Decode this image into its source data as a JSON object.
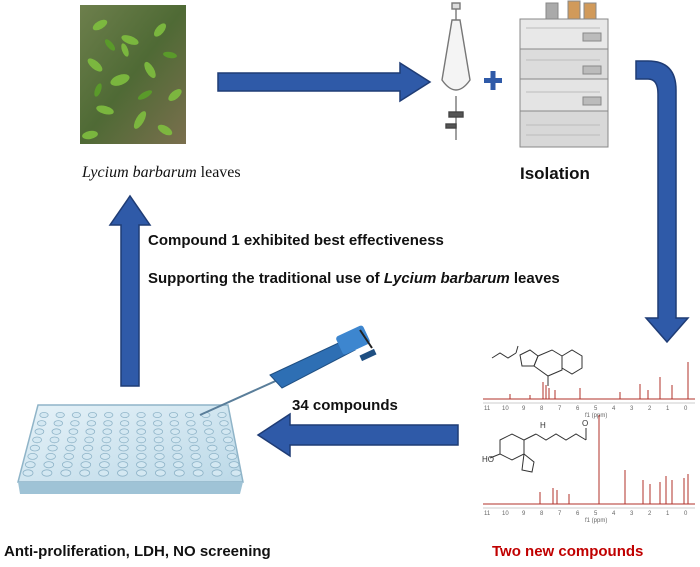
{
  "top_left": {
    "species": "Lycium barbarum",
    "suffix": " leaves"
  },
  "top_right": {
    "label": "Isolation"
  },
  "middle": {
    "line1": "Compound 1 exhibited best effectiveness",
    "line2_prefix": "Supporting the traditional use of ",
    "line2_species": "Lycium barbarum",
    "line2_suffix": " leaves"
  },
  "arrow_label": "34 compounds",
  "bottom_left": {
    "label": "Anti-proliferation, LDH, NO screening"
  },
  "bottom_right": {
    "label": "Two new compounds"
  },
  "colors": {
    "arrow_fill": "#2f5aa8",
    "arrow_stroke": "#1f3c75",
    "highlight_red": "#c00000"
  }
}
